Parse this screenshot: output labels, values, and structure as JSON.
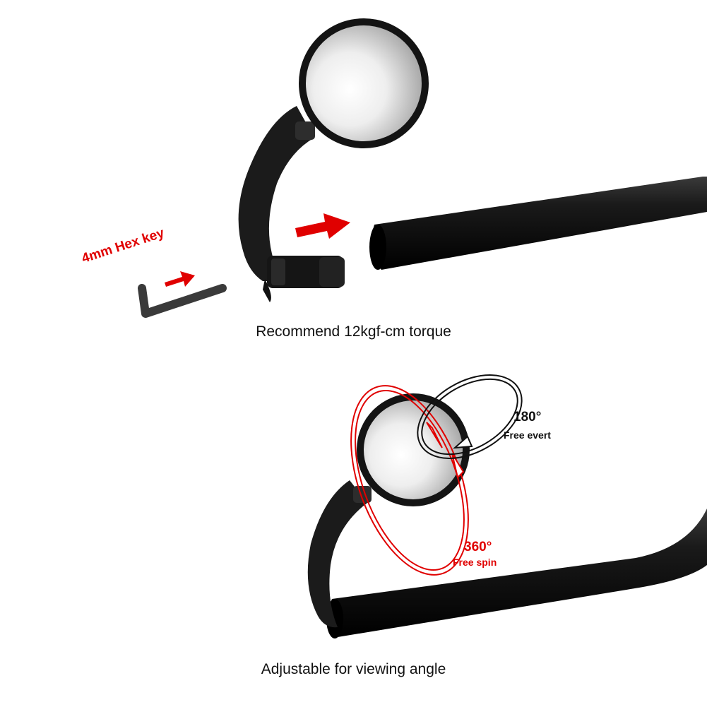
{
  "labels": {
    "hex_key": "4mm Hex key",
    "torque": "Recommend 12kgf-cm torque",
    "angle_180": "180°",
    "free_evert": "Free evert",
    "angle_360": "360°",
    "free_spin": "Free spin",
    "viewing_angle": "Adjustable for viewing angle"
  },
  "colors": {
    "accent_red": "#e00000",
    "body_black": "#111111",
    "background": "#ffffff"
  }
}
